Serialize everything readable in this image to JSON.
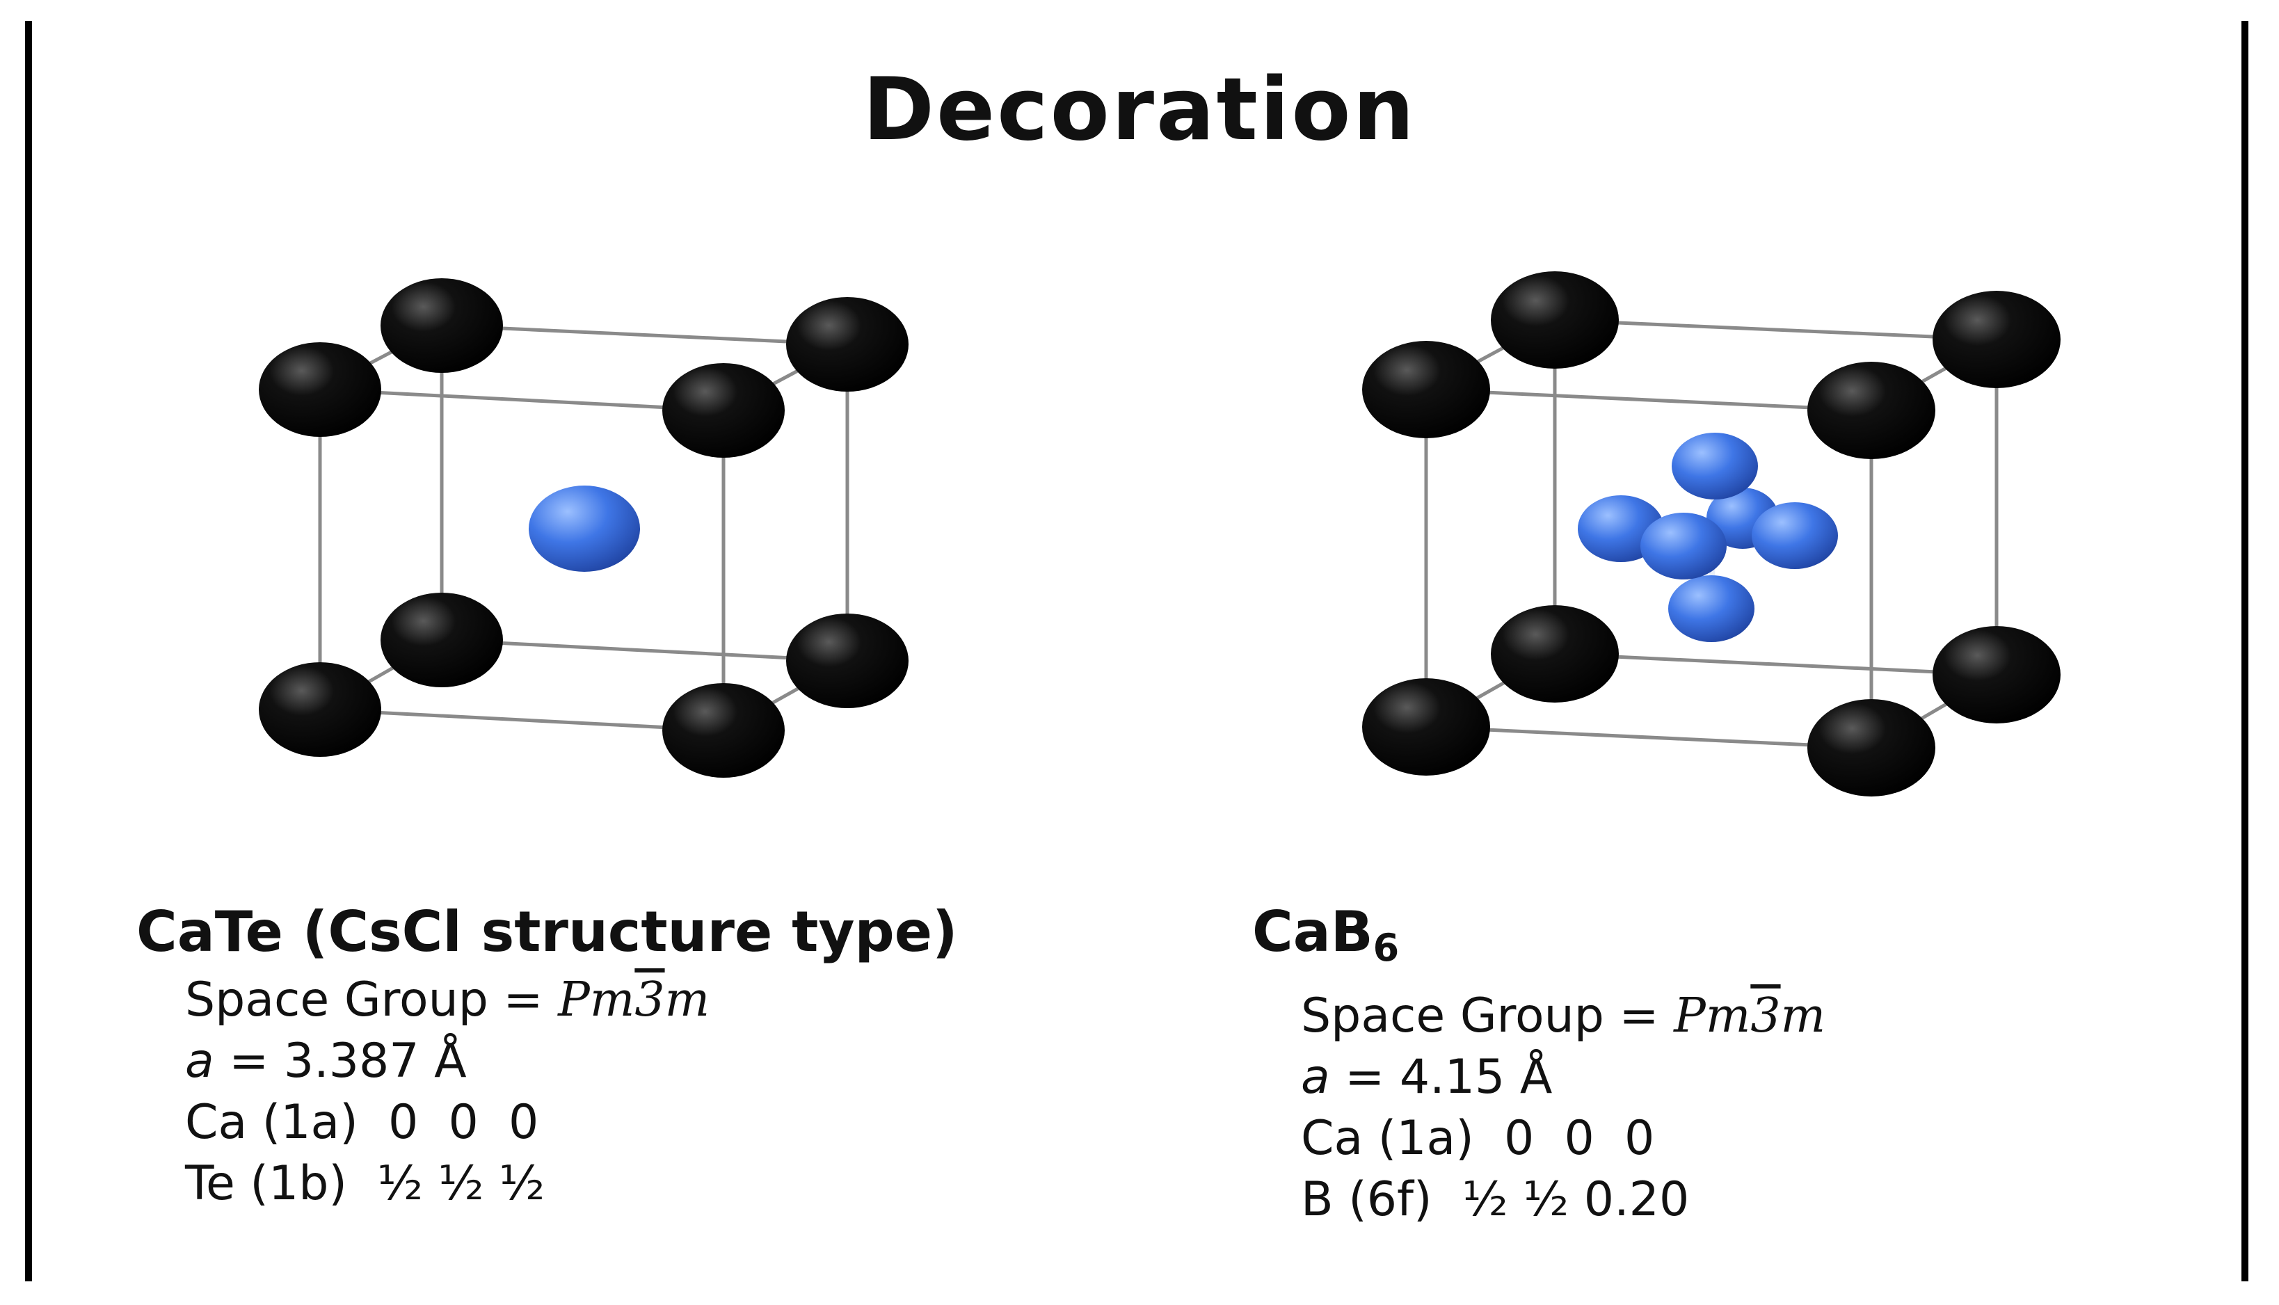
{
  "title": "Decoration",
  "colors": {
    "atom_ca": "#050505",
    "atom_minor": "#3a70e0",
    "frame": "#8a8a8a"
  },
  "left": {
    "heading": "CaTe (CsCl structure type)",
    "space_group_label": "Space Group =",
    "space_group": {
      "pre": "Pm",
      "bar": "3",
      "post": "m"
    },
    "a_label": "a",
    "a_value": "= 3.387 Å",
    "site1": "Ca (1a)  0  0  0",
    "site2": "Te (1b)  ½ ½ ½"
  },
  "right": {
    "heading_main": "CaB",
    "heading_sub": "6",
    "space_group_label": "Space Group =",
    "space_group": {
      "pre": "Pm",
      "bar": "3",
      "post": "m"
    },
    "a_label": "a",
    "a_value": "= 4.15 Å",
    "site1": "Ca (1a)  0  0  0",
    "site2": "B (6f)  ½ ½ 0.20"
  }
}
